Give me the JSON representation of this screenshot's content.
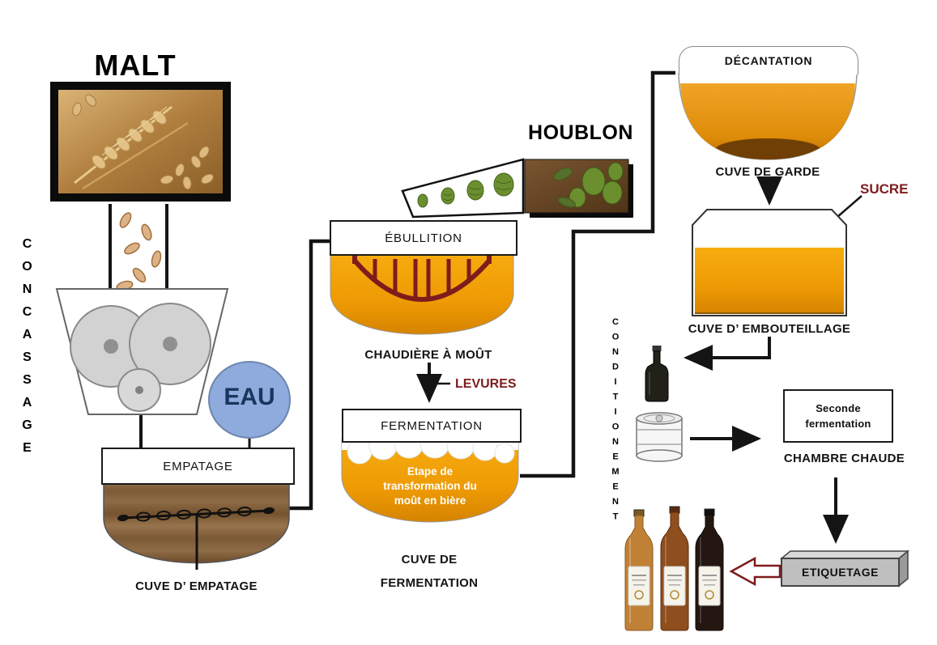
{
  "colors": {
    "wort-orange": "#EE9A04",
    "wort-orange-dark": "#C97B00",
    "dark-red": "#7E1C1C",
    "water-blue": "#8FAADC",
    "water-text": "#17375E",
    "wood-brown": "#82603D",
    "line-black": "#141414",
    "label-gray": "#BFBFBF"
  },
  "nodes": {
    "malt": {
      "title": "MALT"
    },
    "concassage": {
      "label": "CONCASSAGE"
    },
    "eau": {
      "label": "EAU"
    },
    "empatage": {
      "tank_label": "EMPATAGE",
      "caption": "CUVE D’ EMPATAGE"
    },
    "houblon": {
      "title": "HOUBLON"
    },
    "ebullition": {
      "tank_label": "ÉBULLITION",
      "caption": "CHAUDIÈRE À MOÛT"
    },
    "levures": {
      "label": "LEVURES"
    },
    "fermentation": {
      "tank_label": "FERMENTATION",
      "inner_note": "Etape de\ntransformation du\nmoût en bière",
      "caption": "CUVE DE\nFERMENTATION"
    },
    "decantation": {
      "tank_label": "DÉCANTATION",
      "caption": "CUVE DE GARDE"
    },
    "sucre": {
      "label": "SUCRE"
    },
    "embouteillage": {
      "caption": "CUVE D’ EMBOUTEILLAGE"
    },
    "conditionnement": {
      "label": "CONDITIONEMENT"
    },
    "chambre_chaude": {
      "box_note": "Seconde\nfermentation",
      "caption": "CHAMBRE CHAUDE"
    },
    "etiquetage": {
      "label": "ETIQUETAGE"
    }
  },
  "icons": {
    "malt_photo": "malt-photo",
    "hops_photo": "hops-photo",
    "hop_cones": "hop-cone-icon",
    "grains": "grain-icon",
    "mill": "mill-rollers-icon",
    "bottle": "bottle-icon",
    "keg": "keg-icon",
    "beer_bottles": "beer-bottles-icon",
    "label_arrow": "block-arrow-left-icon"
  }
}
